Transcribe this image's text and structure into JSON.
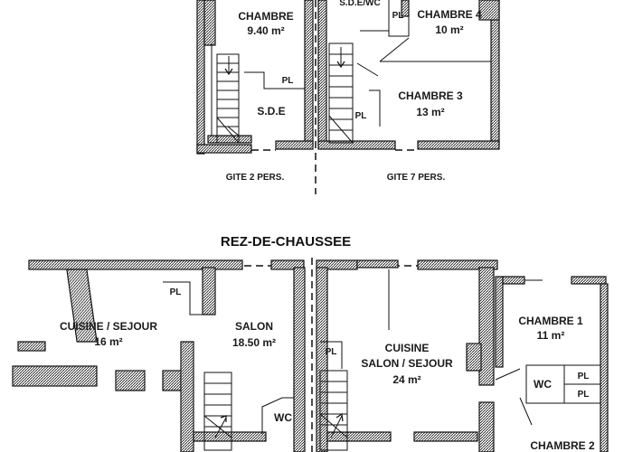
{
  "top_floor": {
    "chambre_left": "CHAMBRE",
    "chambre_left_area": "9.40 m²",
    "sdewc": "S.D.E/WC",
    "chambre4": "CHAMBRE 4",
    "chambre4_area": "10 m²",
    "pl_a": "PL",
    "pl_b": "PL",
    "pl_c": "PL",
    "sde": "S.D.E",
    "chambre3": "CHAMBRE 3",
    "chambre3_area": "13 m²",
    "gite2": "GITE 2 PERS.",
    "gite7": "GITE 7 PERS."
  },
  "ground_floor": {
    "title": "REZ-DE-CHAUSSEE",
    "pl_kitchen": "PL",
    "cuisine_sejour": "CUISINE / SEJOUR",
    "cuisine_sejour_area": "16 m²",
    "salon": "SALON",
    "salon_area": "18.50 m²",
    "pl_stair": "PL",
    "cuisine_salon_l1": "CUISINE",
    "cuisine_salon_l2": "SALON / SEJOUR",
    "cuisine_salon_area": "24 m²",
    "wc_left": "WC",
    "chambre1": "CHAMBRE 1",
    "chambre1_area": "11 m²",
    "wc_right": "WC",
    "pl_right_1": "PL",
    "pl_right_2": "PL",
    "chambre2": "CHAMBRE 2"
  }
}
